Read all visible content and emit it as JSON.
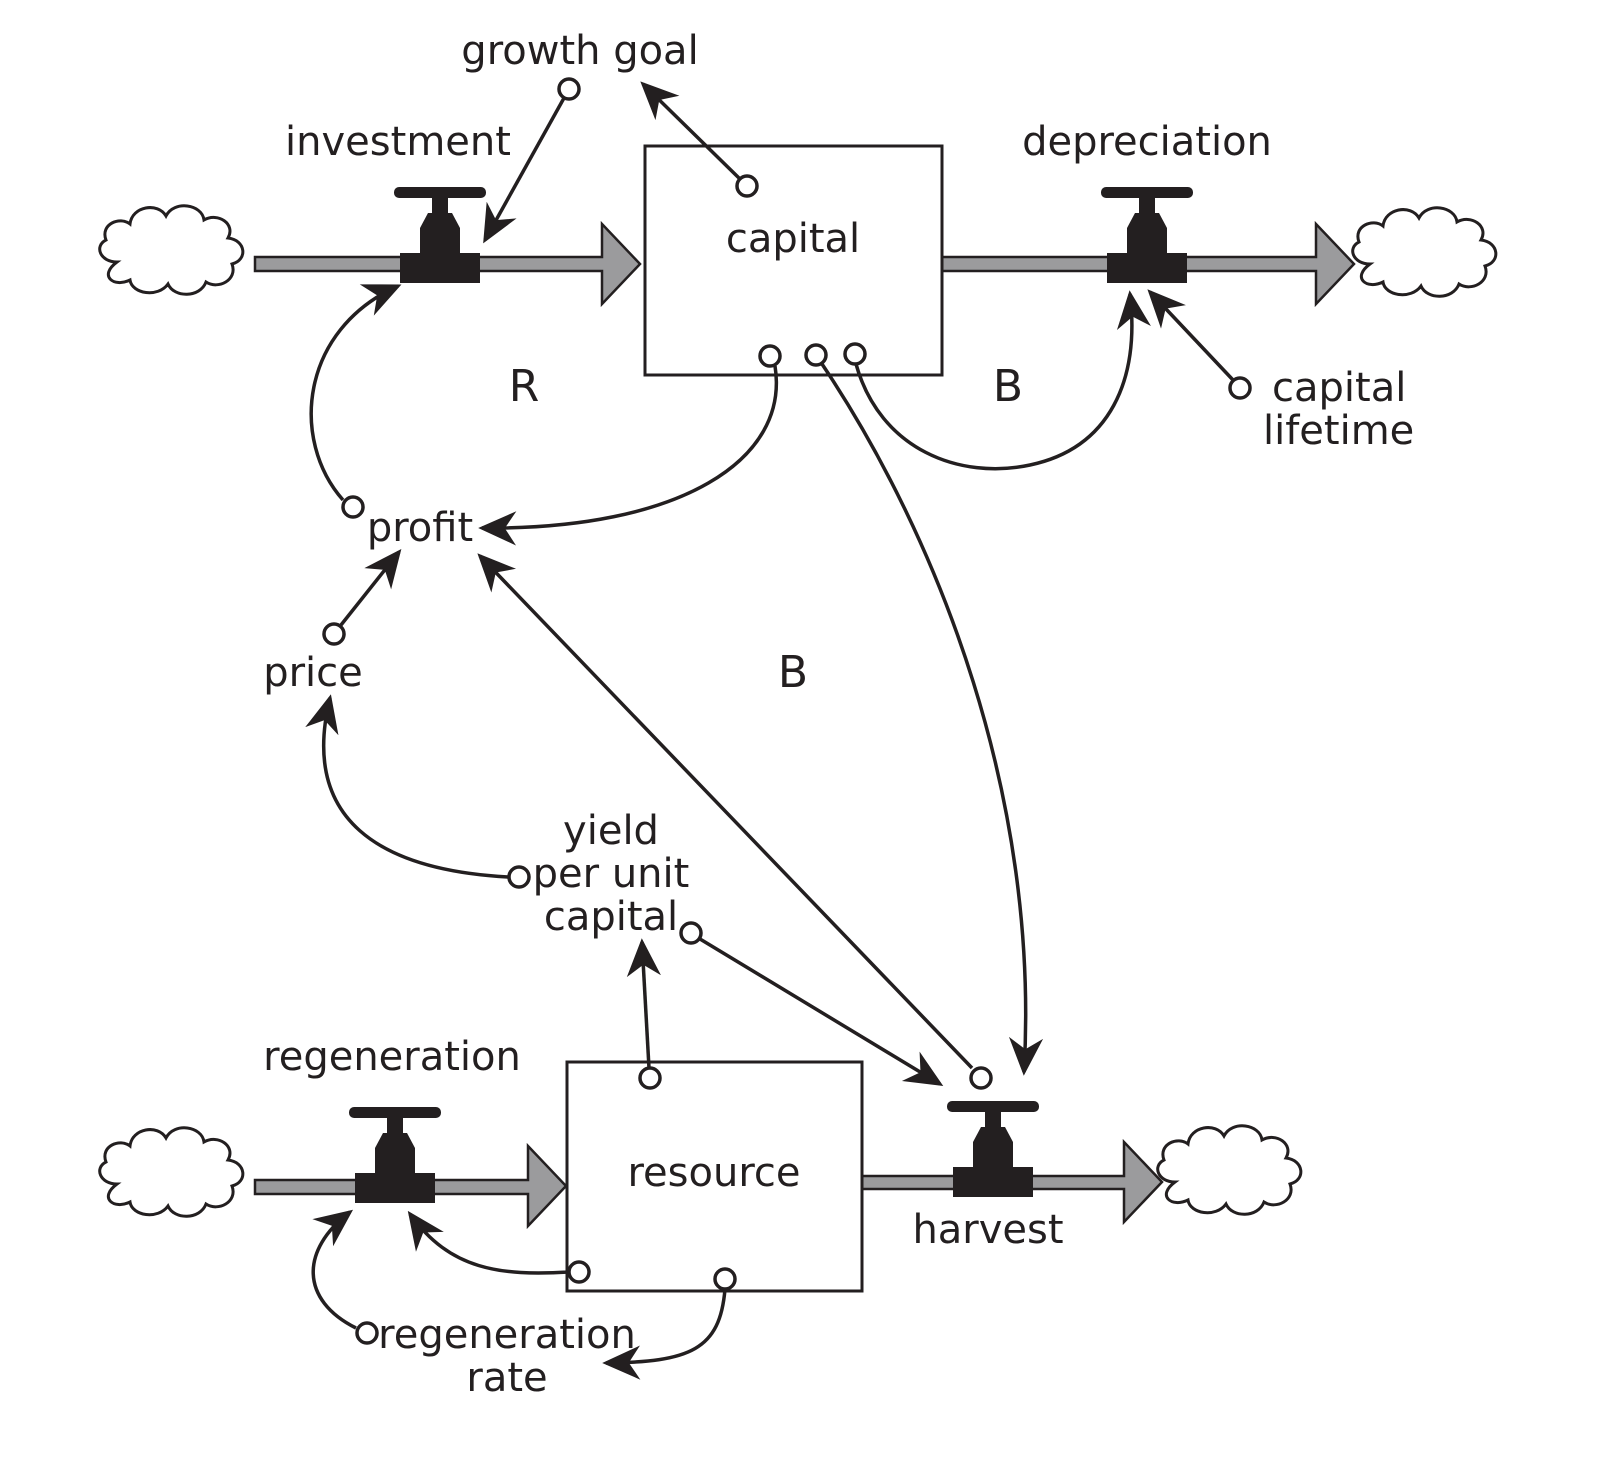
{
  "stocks": {
    "capital": "capital",
    "resource": "resource"
  },
  "flows": {
    "investment": "investment",
    "depreciation": "depreciation",
    "regeneration": "regeneration",
    "harvest": "harvest"
  },
  "auxiliaries": {
    "growth_goal": "growth goal",
    "capital_lifetime_line1": "capital",
    "capital_lifetime_line2": "lifetime",
    "profit": "profit",
    "price": "price",
    "yield_line1": "yield",
    "yield_line2": "per unit",
    "yield_line3": "capital",
    "regeneration_rate_line1": "regeneration",
    "regeneration_rate_line2": "rate"
  },
  "loops": {
    "reinforcing_capital": "R",
    "balancing_depreciation": "B",
    "balancing_harvest": "B"
  },
  "colors": {
    "ink": "#231f20",
    "pipe": "#9b9b9d",
    "background": "#ffffff"
  }
}
